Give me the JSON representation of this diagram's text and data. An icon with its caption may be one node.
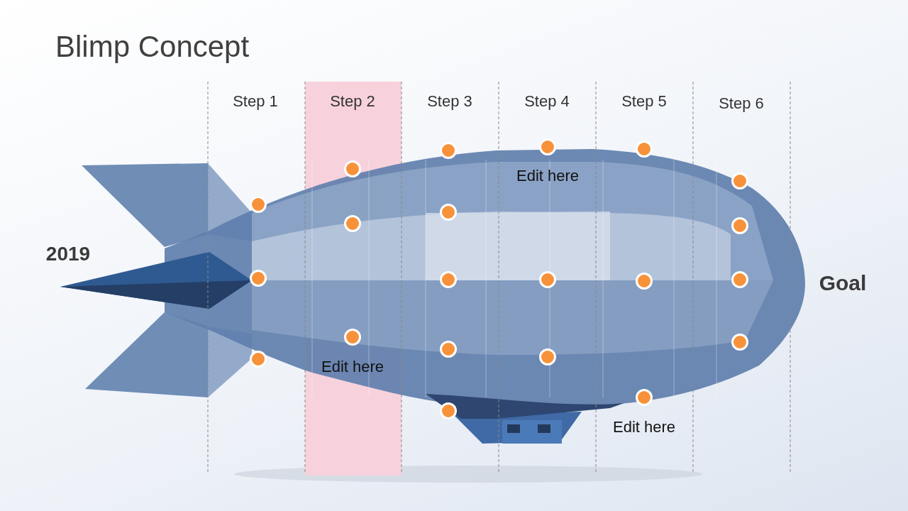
{
  "diagram": {
    "title": "Blimp Concept",
    "labels": [
      "Step 1",
      "Step 2",
      "Step 3",
      "Step 4",
      "Step 5",
      "Step 6",
      "Edit here",
      "2019",
      "Goal",
      "Edit here",
      "Edit here"
    ]
  }
}
